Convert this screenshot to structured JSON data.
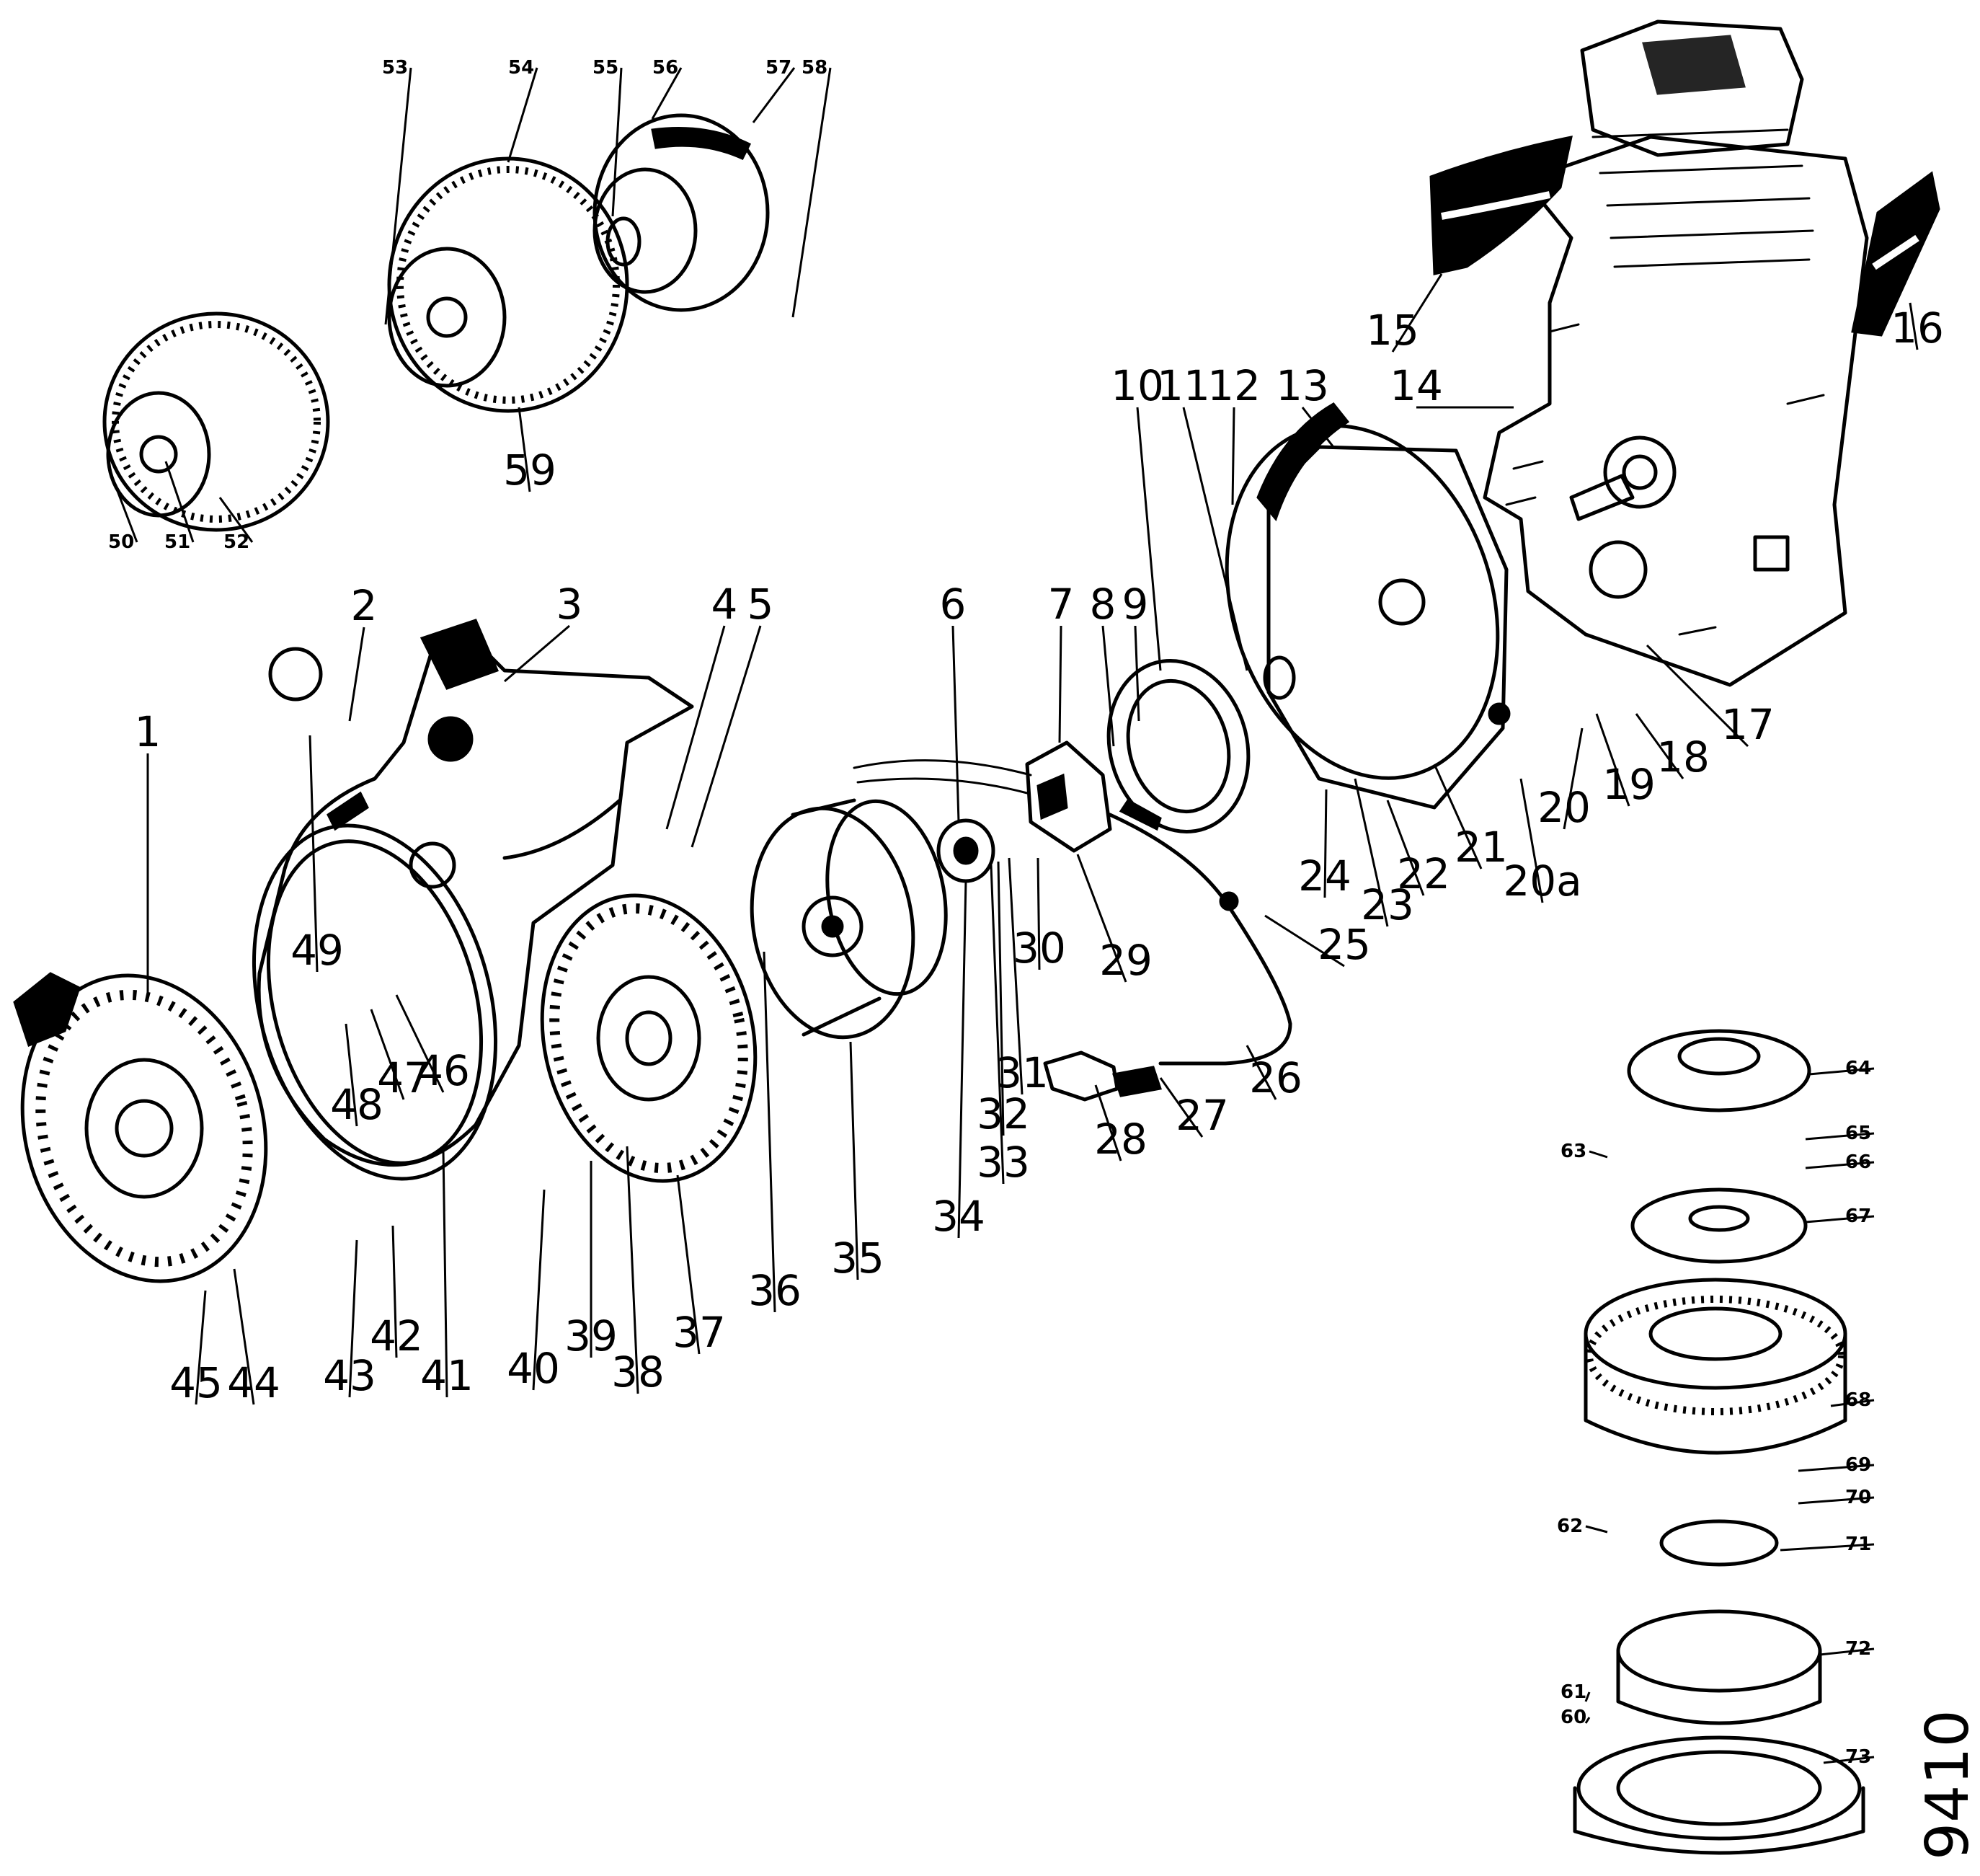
{
  "drawing": {
    "code": "9410",
    "main_labels": [
      "1",
      "2",
      "3",
      "4",
      "5",
      "6",
      "7",
      "8",
      "9",
      "10",
      "11",
      "12",
      "13",
      "14",
      "15",
      "16",
      "17",
      "18",
      "19",
      "20",
      "20a",
      "21",
      "22",
      "23",
      "24",
      "25",
      "26",
      "27",
      "28",
      "29",
      "30",
      "31",
      "32",
      "33",
      "34",
      "35",
      "36",
      "37",
      "38",
      "39",
      "40",
      "41",
      "42",
      "43",
      "44",
      "45",
      "46",
      "47",
      "48",
      "49"
    ],
    "alternator_labels": [
      "50",
      "51",
      "52",
      "53",
      "54",
      "55",
      "56",
      "57",
      "58",
      "59"
    ],
    "flywheel_labels": [
      "60",
      "61",
      "62",
      "63",
      "64",
      "65",
      "66",
      "67",
      "68",
      "69",
      "70",
      "71",
      "72",
      "73"
    ]
  }
}
